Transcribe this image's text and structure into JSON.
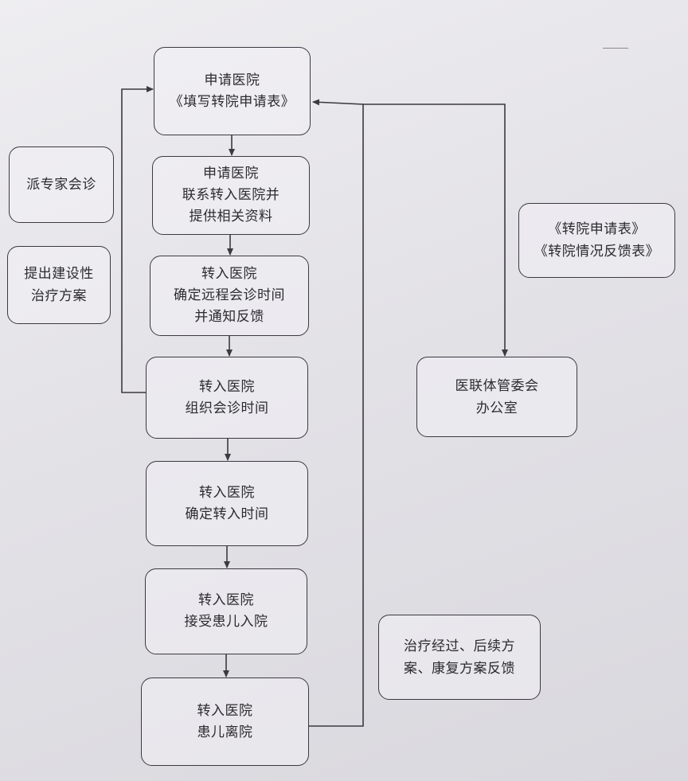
{
  "flow": {
    "step1": {
      "line1": "申请医院",
      "line2": "《填写转院申请表》"
    },
    "step2": {
      "line1": "申请医院",
      "line2": "联系转入医院并",
      "line3": "提供相关资料"
    },
    "step3": {
      "line1": "转入医院",
      "line2": "确定远程会诊时间",
      "line3": "并通知反馈"
    },
    "step4": {
      "line1": "转入医院",
      "line2": "组织会诊时间"
    },
    "step5": {
      "line1": "转入医院",
      "line2": "确定转入时间"
    },
    "step6": {
      "line1": "转入医院",
      "line2": "接受患儿入院"
    },
    "step7": {
      "line1": "转入医院",
      "line2": "患儿离院"
    }
  },
  "side": {
    "expert": {
      "line1": "派专家会诊"
    },
    "plan": {
      "line1": "提出建设性",
      "line2": "治疗方案"
    },
    "forms": {
      "line1": "《转院申请表》",
      "line2": "《转院情况反馈表》"
    },
    "office": {
      "line1": "医联体管委会",
      "line2": "办公室"
    },
    "feedback": {
      "line1": "治疗经过、后续方",
      "line2": "案、康复方案反馈"
    }
  },
  "colors": {
    "line": "#3a3a40",
    "box_border": "#3a3a40"
  }
}
